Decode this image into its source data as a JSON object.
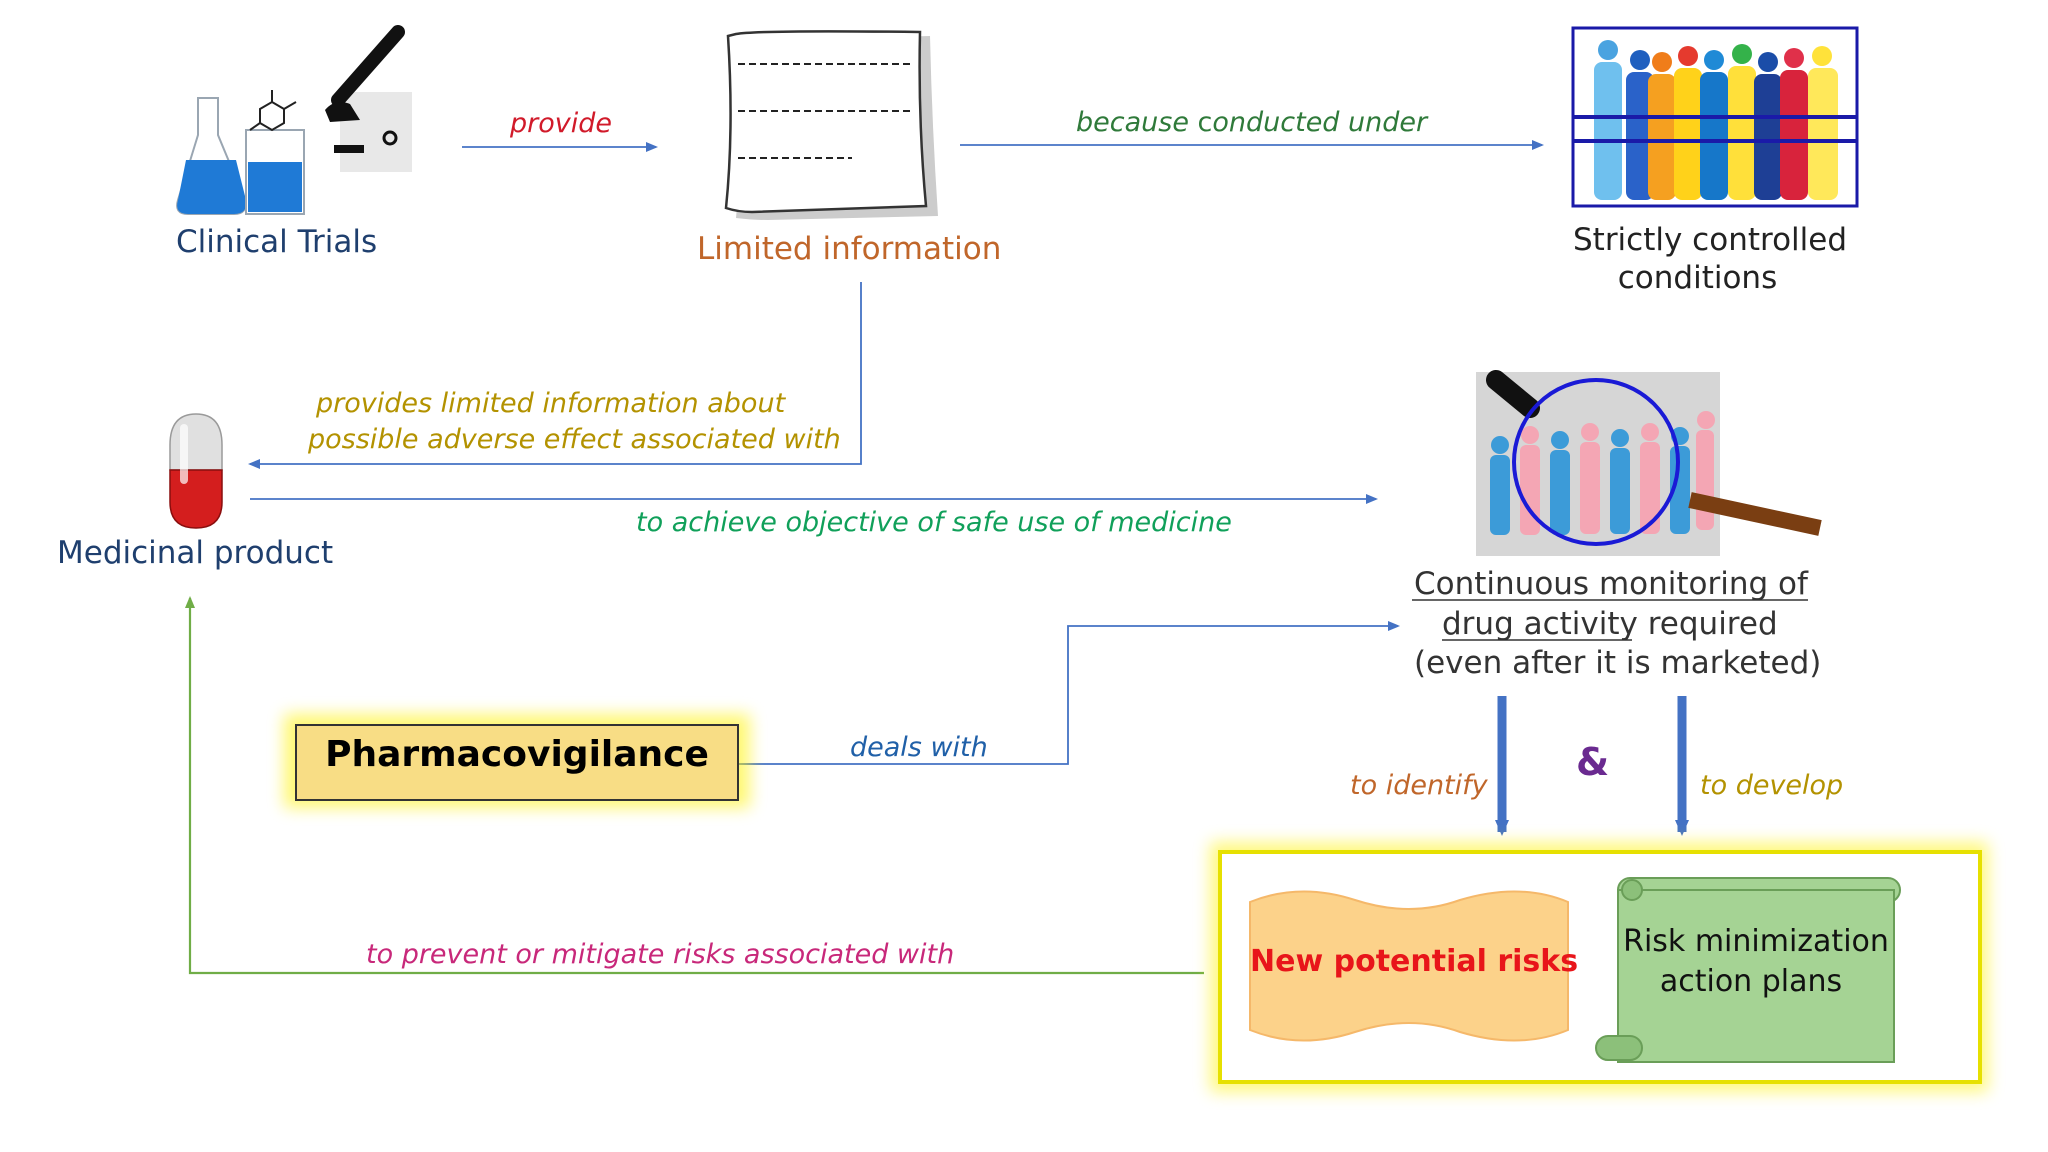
{
  "nodes": {
    "clinical_trials": "Clinical Trials",
    "limited_information": "Limited information",
    "controlled_conditions_line1": "Strictly controlled",
    "controlled_conditions_line2": "conditions",
    "medicinal_product": "Medicinal product",
    "monitoring_line1": "Continuous monitoring of",
    "monitoring_line2a": "drug activity",
    "monitoring_line2b": " required",
    "monitoring_line3": "(even after it is marketed)",
    "pharmacovigilance": "Pharmacovigilance",
    "ampersand": "&",
    "new_risks": "New potential risks",
    "risk_plans_line1": "Risk minimization",
    "risk_plans_line2": "action plans"
  },
  "edges": {
    "provide": "provide",
    "because_a": "because ",
    "because_b": "c",
    "because_c": "onducted under",
    "limited_about_line1": "provides limited information about",
    "limited_about_line2": "possible adverse effect associated with",
    "safe_use": "to achieve objective of safe use of medicine",
    "deals_with": "deals with",
    "to_identify": "to identify",
    "to_develop": "to develop",
    "prevent": "to prevent or mitigate risks associated with"
  },
  "colors": {
    "dark_blue": "#1f3f6e",
    "orange_brown": "#c0662a",
    "red_label": "#d11a2a",
    "green_label": "#2f7a3a",
    "olive_label": "#b39200",
    "teal_label": "#10a05a",
    "blue_label": "#2060a8",
    "magenta_label": "#c8287a",
    "arrow_blue": "#4472c4",
    "arrow_green": "#70ad47",
    "highlight_yellow": "#fff200"
  }
}
